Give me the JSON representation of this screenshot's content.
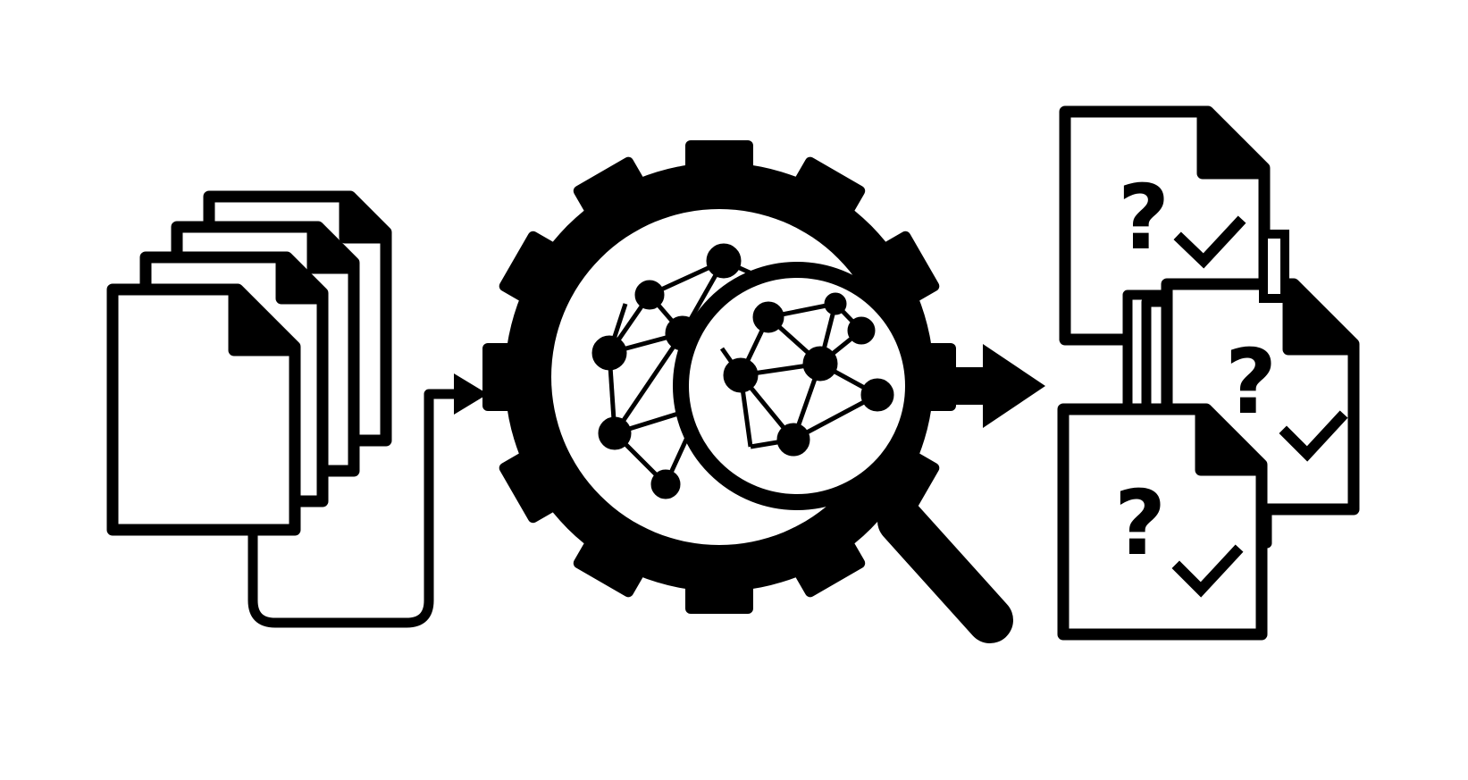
{
  "palette": {
    "ink": "#000000",
    "paper": "#ffffff"
  },
  "stages": [
    {
      "id": "input",
      "icon": "document-stack-icon"
    },
    {
      "id": "process",
      "icon": "gear-brain-magnifier-icon"
    },
    {
      "id": "output",
      "icon": "question-documents-icon"
    }
  ],
  "output_docs": [
    {
      "mark": "?",
      "check_icon": "checkmark-icon"
    },
    {
      "mark": "?",
      "check_icon": "checkmark-icon"
    },
    {
      "mark": "?",
      "check_icon": "checkmark-icon"
    }
  ]
}
